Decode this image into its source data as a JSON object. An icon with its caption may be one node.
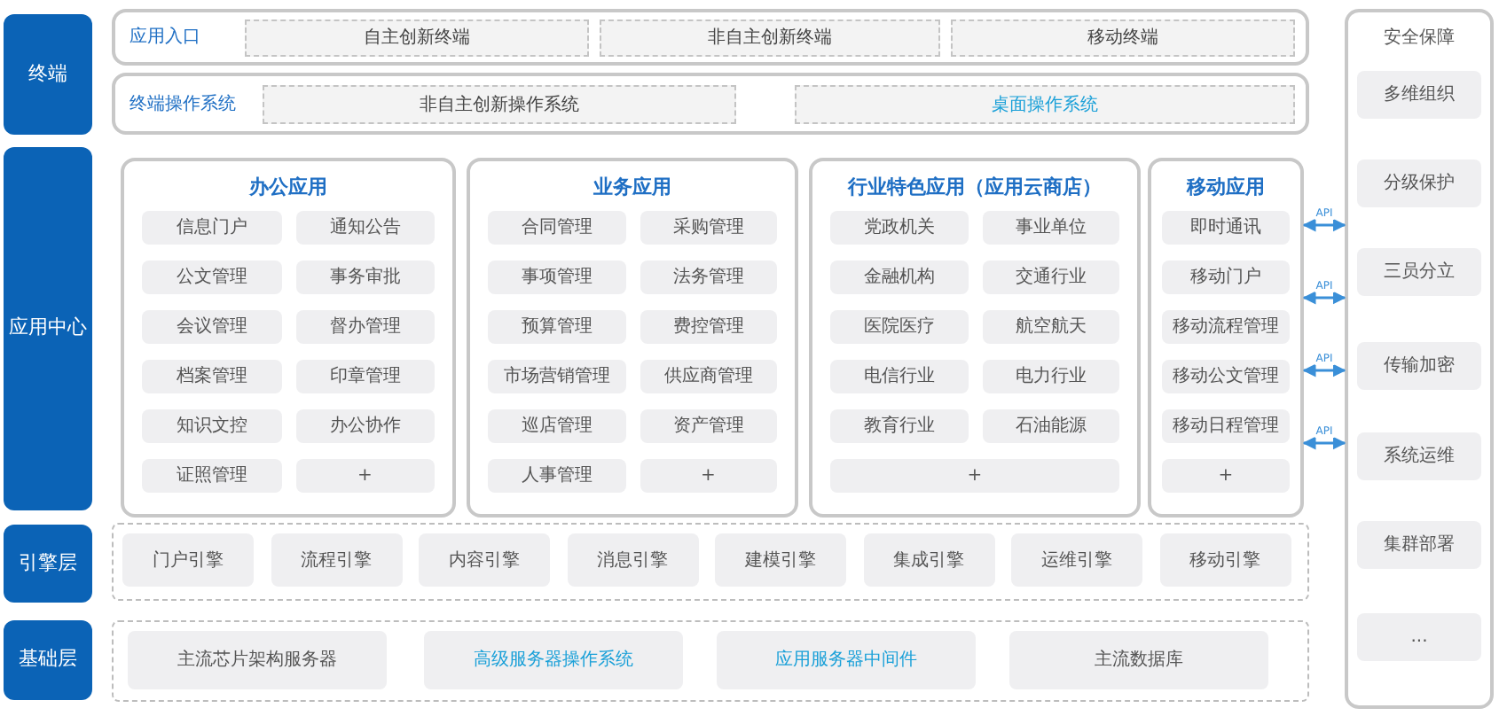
{
  "diagram": {
    "nodes": [
      {
        "text": [
          "终端"
        ]
      },
      {
        "text": [
          "应用入口"
        ]
      },
      {
        "text": [
          "自主创新终端"
        ],
        "in": 1
      },
      {
        "text": [
          "非自主创新终端"
        ],
        "in": 1
      },
      {
        "text": [
          "移动终端"
        ],
        "in": 1
      },
      {
        "text": [
          "终端操作系统"
        ]
      },
      {
        "text": [
          "非自主创新操作系统"
        ],
        "in": 5
      },
      {
        "text": [
          "桌面操作系统"
        ],
        "in": 5
      },
      {
        "text": [
          "应用中心"
        ]
      },
      {
        "text": [
          "办公应用"
        ]
      },
      {
        "text": [
          "信息门户"
        ],
        "in": 9
      },
      {
        "text": [
          "通知公告"
        ],
        "in": 9
      },
      {
        "text": [
          "公文管理"
        ],
        "in": 9
      },
      {
        "text": [
          "事务审批"
        ],
        "in": 9
      },
      {
        "text": [
          "会议管理"
        ],
        "in": 9
      },
      {
        "text": [
          "督办管理"
        ],
        "in": 9
      },
      {
        "text": [
          "档案管理"
        ],
        "in": 9
      },
      {
        "text": [
          "印章管理"
        ],
        "in": 9
      },
      {
        "text": [
          "知识文控"
        ],
        "in": 9
      },
      {
        "text": [
          "办公协作"
        ],
        "in": 9
      },
      {
        "text": [
          "证照管理"
        ],
        "in": 9
      },
      {
        "text": [
          "+"
        ],
        "in": 9
      },
      {
        "text": [
          "业务应用"
        ]
      },
      {
        "text": [
          "合同管理"
        ],
        "in": 22
      },
      {
        "text": [
          "采购管理"
        ],
        "in": 22
      },
      {
        "text": [
          "事项管理"
        ],
        "in": 22
      },
      {
        "text": [
          "法务管理"
        ],
        "in": 22
      },
      {
        "text": [
          "预算管理"
        ],
        "in": 22
      },
      {
        "text": [
          "费控管理"
        ],
        "in": 22
      },
      {
        "text": [
          "市场营销管理"
        ],
        "in": 22
      },
      {
        "text": [
          "供应商管理"
        ],
        "in": 22
      },
      {
        "text": [
          "巡店管理"
        ],
        "in": 22
      },
      {
        "text": [
          "资产管理"
        ],
        "in": 22
      },
      {
        "text": [
          "人事管理"
        ],
        "in": 22
      },
      {
        "text": [
          "+"
        ],
        "in": 22
      },
      {
        "text": [
          "行业特色应用（应用云商店）"
        ]
      },
      {
        "text": [
          "党政机关"
        ],
        "in": 35
      },
      {
        "text": [
          "事业单位"
        ],
        "in": 35
      },
      {
        "text": [
          "金融机构"
        ],
        "in": 35
      },
      {
        "text": [
          "交通行业"
        ],
        "in": 35
      },
      {
        "text": [
          "医院医疗"
        ],
        "in": 35
      },
      {
        "text": [
          "航空航天"
        ],
        "in": 35
      },
      {
        "text": [
          "电信行业"
        ],
        "in": 35
      },
      {
        "text": [
          "电力行业"
        ],
        "in": 35
      },
      {
        "text": [
          "教育行业"
        ],
        "in": 35
      },
      {
        "text": [
          "石油能源"
        ],
        "in": 35
      },
      {
        "text": [
          "+"
        ],
        "in": 35
      },
      {
        "text": [
          "移动应用"
        ]
      },
      {
        "text": [
          "即时通讯"
        ],
        "in": 47
      },
      {
        "text": [
          "移动门户"
        ],
        "in": 47
      },
      {
        "text": [
          "移动流程管理"
        ],
        "in": 47
      },
      {
        "text": [
          "移动公文管理"
        ],
        "in": 47
      },
      {
        "text": [
          "移动日程管理"
        ],
        "in": 47
      },
      {
        "text": [
          "+"
        ],
        "in": 47
      },
      {
        "text": [
          "引擎层"
        ]
      },
      {
        "text": [],
        "shape": "box"
      },
      {
        "text": [
          "门户引擎"
        ],
        "in": 55
      },
      {
        "text": [
          "流程引擎"
        ],
        "in": 55
      },
      {
        "text": [
          "内容引擎"
        ],
        "in": 55
      },
      {
        "text": [
          "消息引擎"
        ],
        "in": 55
      },
      {
        "text": [
          "建模引擎"
        ],
        "in": 55
      },
      {
        "text": [
          "集成引擎"
        ],
        "in": 55
      },
      {
        "text": [
          "运维引擎"
        ],
        "in": 55
      },
      {
        "text": [
          "移动引擎"
        ],
        "in": 55
      },
      {
        "text": [
          "基础层"
        ]
      },
      {
        "text": [],
        "shape": "box"
      },
      {
        "text": [
          "主流芯片架构服务器"
        ],
        "in": 65
      },
      {
        "text": [
          "高级服务器操作系统"
        ],
        "in": 65
      },
      {
        "text": [
          "应用服务器中间件"
        ],
        "in": 65
      },
      {
        "text": [
          "主流数据库"
        ],
        "in": 65
      },
      {
        "text": [
          "安全保障"
        ]
      },
      {
        "text": [
          "多维组织"
        ],
        "in": 70
      },
      {
        "text": [
          "分级保护"
        ],
        "in": 70
      },
      {
        "text": [
          "三员分立"
        ],
        "in": 70
      },
      {
        "text": [
          "传输加密"
        ],
        "in": 70
      },
      {
        "text": [
          "系统运维"
        ],
        "in": 70
      },
      {
        "text": [
          "集群部署"
        ],
        "in": 70
      },
      {
        "text": [
          "..."
        ],
        "in": 70
      }
    ],
    "edges": [
      {
        "from": 47,
        "to": 70,
        "arrow": "both",
        "label": "API"
      },
      {
        "from": 47,
        "to": 70,
        "arrow": "both",
        "label": "API"
      },
      {
        "from": 47,
        "to": 70,
        "arrow": "both",
        "label": "API"
      },
      {
        "from": 47,
        "to": 70,
        "arrow": "both",
        "label": "API"
      }
    ]
  }
}
